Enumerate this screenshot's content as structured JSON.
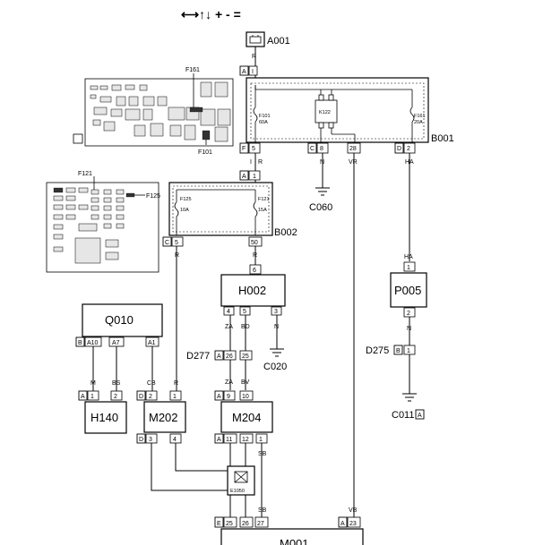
{
  "legend": {
    "symbols": "⟷↑↓ + - ="
  },
  "battery": {
    "code": "A001",
    "wire": "R",
    "tag": "A"
  },
  "fusebox_overview": {
    "fuse_upper": "F161",
    "fuse_lower": "F101"
  },
  "b001": {
    "code": "B001",
    "fuse_f101": {
      "name": "F101",
      "rating": "60A"
    },
    "relay": "K122",
    "fuse_f161": {
      "name": "F161",
      "rating": "20A"
    },
    "conn_f": {
      "tag": "F",
      "pin": "5"
    },
    "conn_c": {
      "tag": "C",
      "pin_a": "8",
      "pin_b": "28"
    },
    "conn_d": {
      "tag": "D",
      "pin": "2"
    },
    "wire_f": "R",
    "wire_c8": "N",
    "wire_c28": "VR",
    "wire_d": "HA",
    "tap_label": "I"
  },
  "ground_c060": "C060",
  "fuse_panel_overview": {
    "label_left": "F121",
    "label_right": "F125"
  },
  "b002": {
    "code": "B002",
    "conn_a": {
      "tag": "A",
      "pin": "1"
    },
    "fuse_f125": {
      "name": "F125",
      "rating": "10A"
    },
    "fuse_f121": {
      "name": "F121",
      "rating": "15A"
    },
    "conn_c": {
      "tag": "C",
      "pin_a": "5",
      "pin_b": "50"
    },
    "wire_left": "R",
    "wire_right": "R"
  },
  "h002": {
    "code": "H002",
    "top_pin": "6",
    "pins": [
      "4",
      "5",
      "3"
    ],
    "wires": [
      "ZA",
      "BD",
      "N"
    ]
  },
  "ground_c020": "C020",
  "d277": {
    "code": "D277",
    "tag": "A",
    "pins": [
      "26",
      "25"
    ]
  },
  "p005": {
    "code": "P005",
    "wire_in": "HA",
    "pin_top": "1",
    "pin_bottom": "2",
    "wire_out": "N"
  },
  "d275": {
    "code": "D275",
    "tag": "B",
    "pin": "1"
  },
  "ground_c011": {
    "code": "C011",
    "tag": "A"
  },
  "q010": {
    "code": "Q010",
    "tag": "B",
    "pins": [
      "A10",
      "A7",
      "A1"
    ],
    "wires": [
      "M",
      "BS",
      "CB"
    ]
  },
  "h140": {
    "code": "H140",
    "tag": "A",
    "pins": [
      "1",
      "2"
    ]
  },
  "m202": {
    "code": "M202",
    "tag_top": "D",
    "pins_top": [
      "2",
      "1"
    ],
    "tag_bottom": "D",
    "pins_bottom": [
      "3",
      "4"
    ],
    "wire_r": "R"
  },
  "m204": {
    "code": "M204",
    "tag_top": "A",
    "pins_top": [
      "9",
      "10"
    ],
    "wires_top": [
      "ZA",
      "BV"
    ],
    "tag_bottom": "A",
    "pins_bottom": [
      "11",
      "12",
      "1"
    ],
    "wire_sb": "SB"
  },
  "e1050": {
    "code": "E1050"
  },
  "m001": {
    "code": "M001",
    "tag_e": "E",
    "pins_e": [
      "25",
      "26",
      "27"
    ],
    "wire_sb": "SB",
    "tag_a": "A",
    "pin_a": "23",
    "wire_vb": "VB"
  }
}
